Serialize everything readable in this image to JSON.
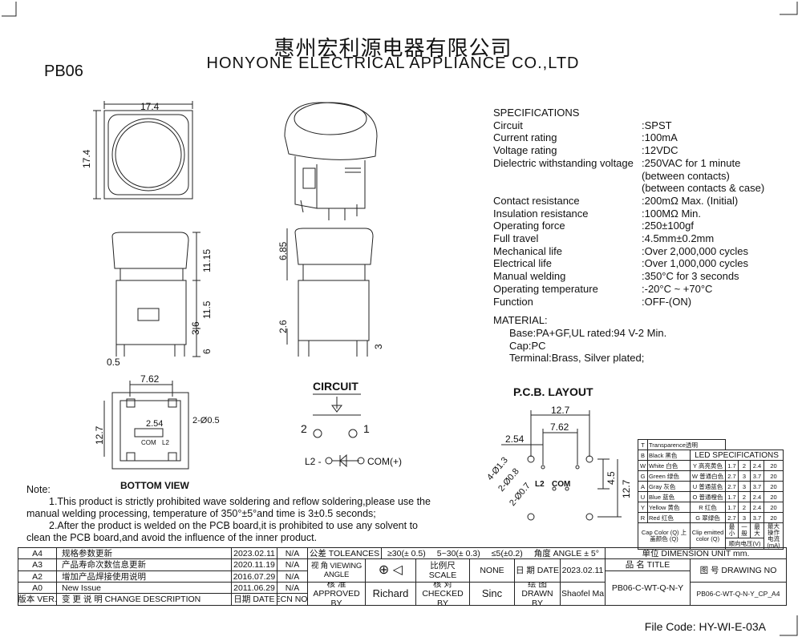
{
  "header": {
    "company_cn": "惠州宏利源电器有限公司",
    "company_en": "HONYONE ELECTRICAL APPLIANCE CO.,LTD",
    "model": "PB06"
  },
  "specifications": {
    "title": "SPECIFICATIONS",
    "items": [
      {
        "label": "Circuit",
        "value": ":SPST"
      },
      {
        "label": "Current rating",
        "value": ":100mA"
      },
      {
        "label": "Voltage rating",
        "value": ":12VDC"
      },
      {
        "label": "Dielectric withstanding voltage",
        "value": ":250VAC for 1 minute"
      },
      {
        "label": "",
        "value": " (between contacts)"
      },
      {
        "label": "",
        "value": " (between contacts & case)"
      },
      {
        "label": "Contact resistance",
        "value": ":200mΩ  Max. (Initial)"
      },
      {
        "label": "Insulation resistance",
        "value": ":100MΩ  Min."
      },
      {
        "label": "Operating force",
        "value": ":250±100gf"
      },
      {
        "label": "Full travel",
        "value": ":4.5mm±0.2mm"
      },
      {
        "label": "Mechanical life",
        "value": ":Over 2,000,000 cycles"
      },
      {
        "label": "Electrical life",
        "value": ":Over 1,000,000 cycles"
      },
      {
        "label": "Manual welding",
        "value": ":350°C for 3 seconds"
      },
      {
        "label": "Operating temperature",
        "value": ":-20°C ~ +70°C"
      },
      {
        "label": "Function",
        "value": ":OFF-(ON)"
      }
    ]
  },
  "material": {
    "title": "MATERIAL:",
    "items": [
      "Base:PA+GF,UL rated:94 V-2 Min.",
      "Cap:PC",
      "Terminal:Brass, Silver plated;"
    ]
  },
  "drawings": {
    "top_w": "17.4",
    "top_h": "17.4",
    "side_h1": "11.15",
    "side_h2": "11.5",
    "side_h3": "3.6",
    "side_h4": "6",
    "side_w": "0.5",
    "side2_h1": "6.85",
    "side2_h2": "2.6",
    "side2_h3": "3",
    "bottom_title": "BOTTOM VIEW",
    "bottom_w": "7.62",
    "bottom_w2": "2.54",
    "bottom_h": "12.7",
    "bottom_hole": "2-Ø0.5",
    "bottom_com": "COM",
    "bottom_l2": "L2",
    "circuit_title": "CIRCUIT",
    "circuit_pin2": "2",
    "circuit_pin1": "1",
    "circuit_l2": "L2 -",
    "circuit_com": "COM(+)",
    "pcb_title": "P.C.B. LAYOUT",
    "pcb_w1": "12.7",
    "pcb_w2": "7.62",
    "pcb_w3": "2.54",
    "pcb_h1": "4.5",
    "pcb_h2": "12.7",
    "pcb_d1": "4-Ø1.3",
    "pcb_d2": "2-Ø0.8",
    "pcb_d3": "2-Ø0.7",
    "pcb_l2": "L2",
    "pcb_com": "COM"
  },
  "notes": {
    "title": "Note:",
    "lines": [
      "1.This product is strictly prohibited wave soldering and reflow soldering,please use the",
      "manual welding processing, temperature of 350°±5°and time is 3±0.5 seconds;",
      "2.After the product is welded on the PCB board,it is prohibited to use any solvent to",
      "clean the PCB board,and avoid the influence of the inner product."
    ]
  },
  "led_table": {
    "transparence": "Transparence透明",
    "title": "LED SPECIFICATIONS",
    "rows": [
      {
        "code": "B",
        "cap": "Black 黑色",
        "clip": "",
        "min": "",
        "typ": "",
        "max": "",
        "ma": ""
      },
      {
        "code": "W",
        "cap": "White 白色",
        "clip": "Y 高亮黄色",
        "min": "1.7",
        "typ": "2",
        "max": "2.4",
        "ma": "20"
      },
      {
        "code": "G",
        "cap": "Green 绿色",
        "clip": "W 普通白色",
        "min": "2.7",
        "typ": "3",
        "max": "3.7",
        "ma": "20"
      },
      {
        "code": "A",
        "cap": "Gray 灰色",
        "clip": "U 普通蓝色",
        "min": "2.7",
        "typ": "3",
        "max": "3.7",
        "ma": "20"
      },
      {
        "code": "U",
        "cap": "Blue 蓝色",
        "clip": "O 普通橙色",
        "min": "1.7",
        "typ": "2",
        "max": "2.4",
        "ma": "20"
      },
      {
        "code": "Y",
        "cap": "Yellow 黄色",
        "clip": "R 红色",
        "min": "1.7",
        "typ": "2",
        "max": "2.4",
        "ma": "20"
      },
      {
        "code": "R",
        "cap": "Red 红色",
        "clip": "G 翠绿色",
        "min": "2.7",
        "typ": "3",
        "max": "3.7",
        "ma": "20"
      }
    ],
    "foot_cap": "Cap Color (Q) 上盖颜色 (Q)",
    "foot_clip": "Clip emitted color (Q)",
    "foot_min": "最小",
    "foot_typ": "一般",
    "foot_max": "最大",
    "foot_vf": "顺向电压(V)",
    "foot_ma": "最大操作电流(mA)"
  },
  "revisions": [
    {
      "ver": "A4",
      "desc": "规格参数更新",
      "date": "2023.02.11",
      "ecn": "N/A"
    },
    {
      "ver": "A3",
      "desc": "产品寿命次数信息更新",
      "date": "2020.11.19",
      "ecn": "N/A"
    },
    {
      "ver": "A2",
      "desc": "增加产品焊接使用说明",
      "date": "2016.07.29",
      "ecn": "N/A"
    },
    {
      "ver": "A0",
      "desc": "New Issue",
      "date": "2011.06.29",
      "ecn": "N/A"
    },
    {
      "ver": "版本 VER.",
      "desc": "变 更 说 明  CHANGE DESCRIPTION",
      "date": "日期 DATE",
      "ecn": "ECN NO."
    }
  ],
  "title_block": {
    "tol_label": "公差 TOLEANCES",
    "tol1": "≥30(± 0.5)",
    "tol2": "5~30(± 0.3)",
    "tol3": "≤5(±0.2)",
    "tol4": "角度 ANGLE ± 5°",
    "unit": "单位   DIMENSION UNIT     mm.",
    "viewing_angle": "视 角 VIEWING ANGLE",
    "scale_label": "比例尺 SCALE",
    "scale": "NONE",
    "date_label": "日 期 DATE",
    "date": "2023.02.11",
    "title_label": "品 名      TITLE",
    "title": "PB06-C-WT-Q-N-Y",
    "drawing_no_label": "图 号 DRAWING NO",
    "drawing_no": "PB06-C-WT-Q-N-Y_CP_A4",
    "approved_label": "核 准 APPROVED BY",
    "approved": "Richard",
    "checked_label": "核 对 CHECKED BY",
    "checked": "Sinc",
    "drawn_label": "绘 图 DRAWN BY",
    "drawn": "Shaofel Ma"
  },
  "file_code": "File Code: HY-WI-E-03A"
}
